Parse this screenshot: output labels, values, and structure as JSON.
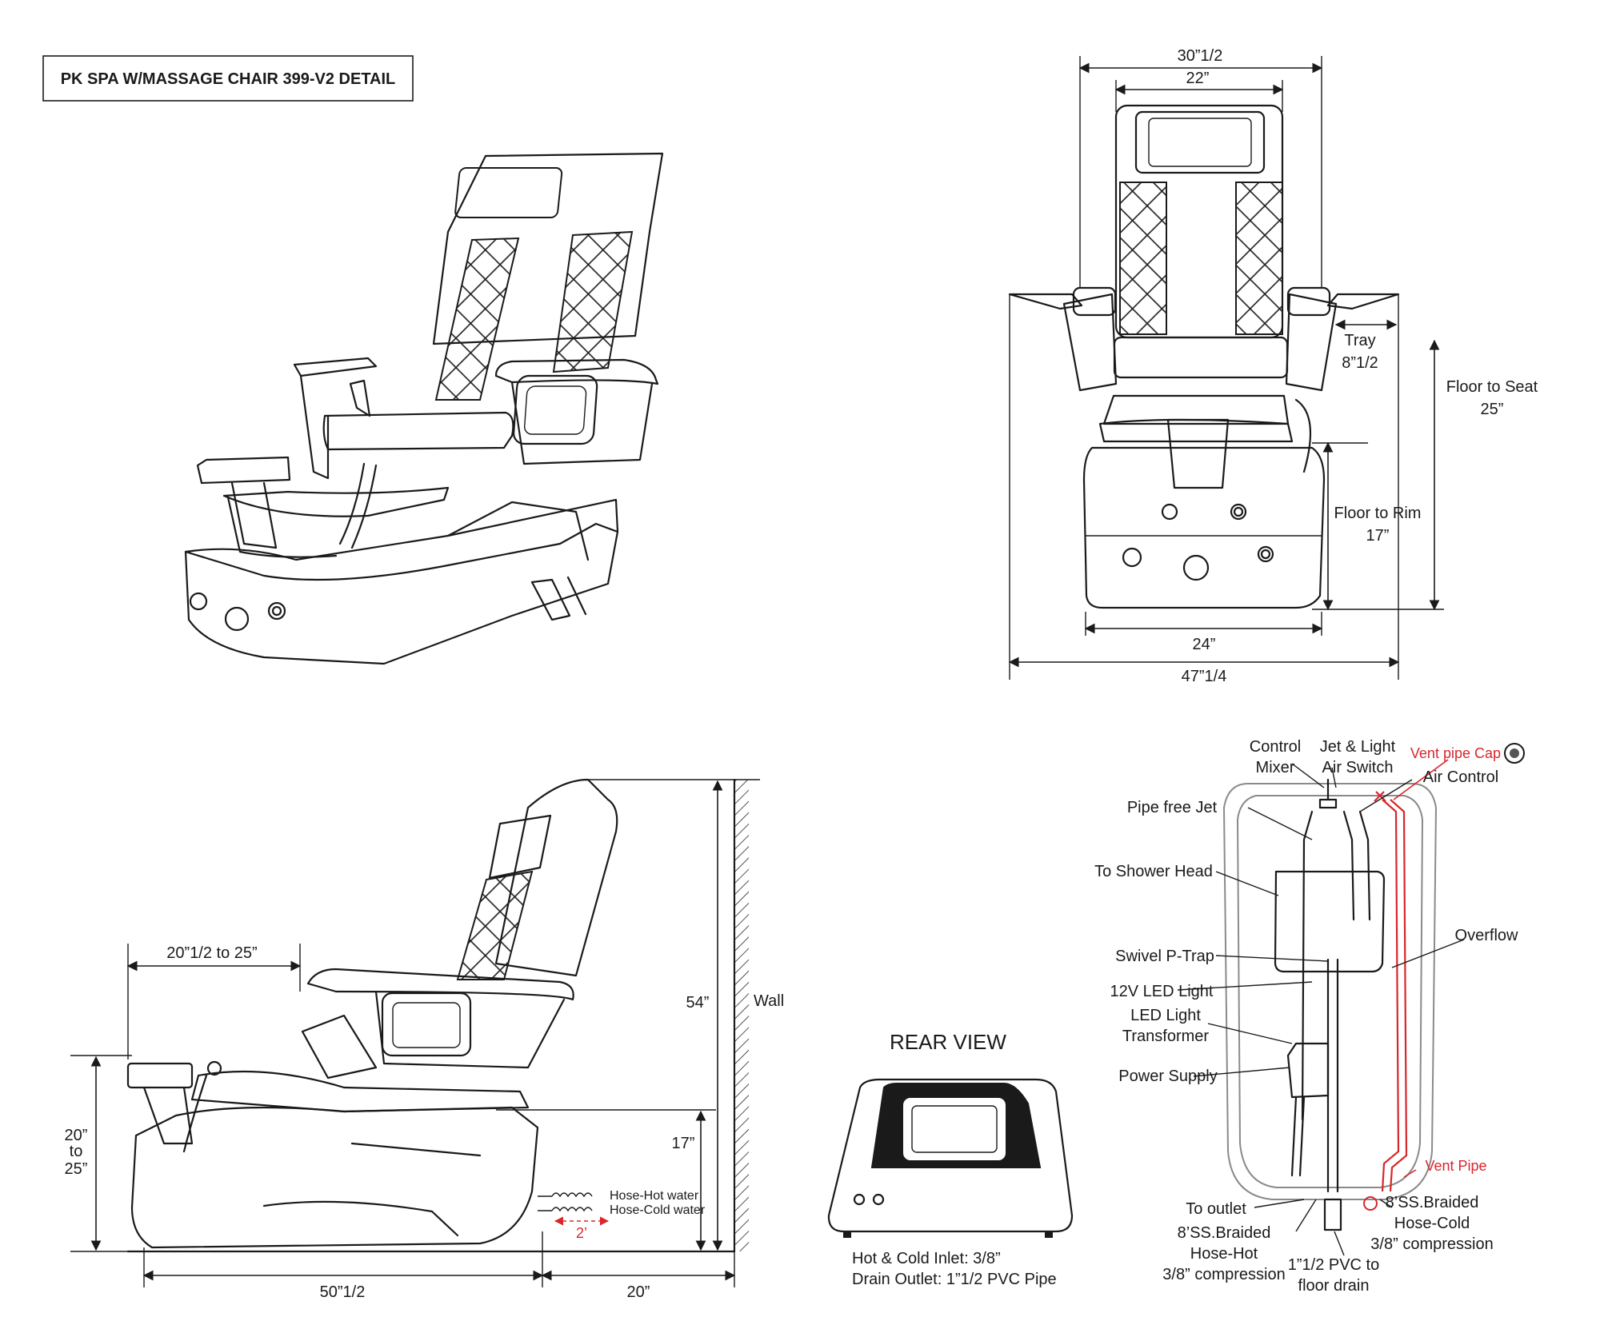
{
  "title": "PK SPA W/MASSAGE CHAIR 399-V2 DETAIL",
  "front_view": {
    "overall_top": "30”1/2",
    "inner_top": "22”",
    "tray_label": "Tray",
    "tray_value": "8”1/2",
    "seat_label": "Floor to Seat",
    "seat_value": "25”",
    "rim_label": "Floor to Rim",
    "rim_value": "17”",
    "base_width": "24”",
    "overall_width": "47”1/4"
  },
  "side_view": {
    "footrest": "20”1/2 to 25”",
    "height": "54”",
    "wall": "Wall",
    "rim": "17”",
    "foot_height_1": "20”",
    "foot_height_2": "to",
    "foot_height_3": "25”",
    "length": "50”1/2",
    "wall_gap": "20”",
    "hose_hot": "Hose-Hot water",
    "hose_cold": "Hose-Cold water",
    "hose_gap": "2’"
  },
  "rear_view": {
    "title": "REAR VIEW",
    "inlet": "Hot & Cold Inlet: 3/8”",
    "drain": "Drain Outlet: 1”1/2 PVC Pipe"
  },
  "plumbing": {
    "control_1": "Control",
    "control_2": "Mixer",
    "jet_1": "Jet & Light",
    "jet_2": "Air Switch",
    "vent_cap": "Vent pipe Cap",
    "air_control": "Air Control",
    "pipe_free_jet": "Pipe free Jet",
    "shower_head": "To Shower Head",
    "overflow": "Overflow",
    "ptrap": "Swivel P-Trap",
    "led_light": "12V LED Light",
    "led_tr_1": "LED Light",
    "led_tr_2": "Transformer",
    "power": "Power Supply",
    "vent_pipe": "Vent Pipe",
    "outlet": "To outlet",
    "hot_1": "8’SS.Braided",
    "hot_2": "Hose-Hot",
    "hot_3": "3/8” compression",
    "pvc_1": "1”1/2 PVC to",
    "pvc_2": "floor drain",
    "cold_1": "8’SS.Braided",
    "cold_2": "Hose-Cold",
    "cold_3": "3/8” compression"
  }
}
